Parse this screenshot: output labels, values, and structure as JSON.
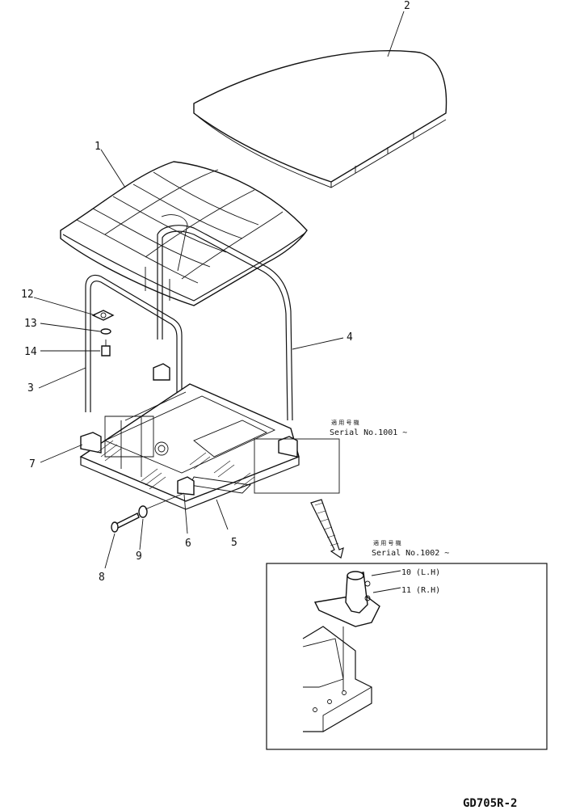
{
  "callouts": {
    "c1": "1",
    "c2": "2",
    "c3": "3",
    "c4": "4",
    "c5": "5",
    "c6": "6",
    "c7": "7",
    "c8": "8",
    "c9": "9",
    "c12": "12",
    "c13": "13",
    "c14": "14"
  },
  "detail_labels": {
    "l10": "10 (L.H)",
    "l11": "11 (R.H)"
  },
  "serials": {
    "top_small": "適 用 号 機",
    "top": "Serial  No.1001 ~",
    "bottom_small": "適 用 号 機",
    "bottom": "Serial  No.1002 ~"
  },
  "drawing_code": "GD705R-2"
}
